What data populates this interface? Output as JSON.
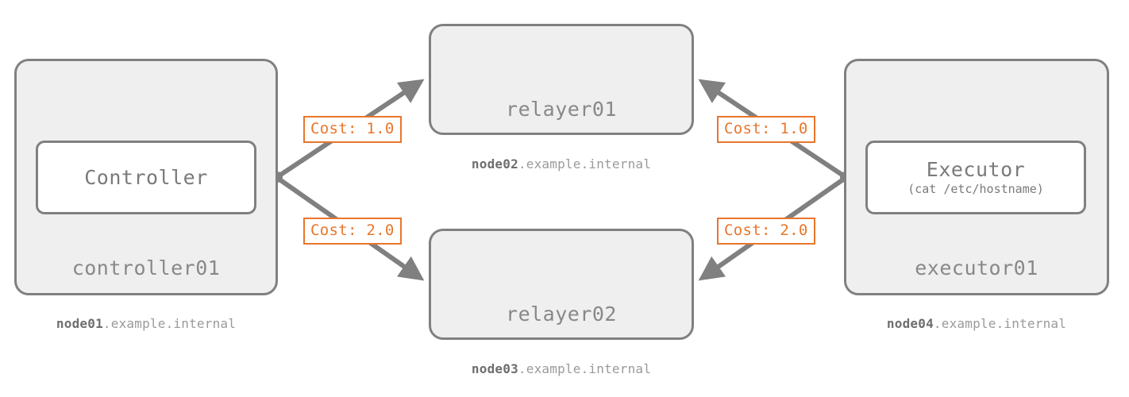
{
  "diagram": {
    "type": "network-topology",
    "background_color": "#ffffff",
    "stroke_color": "#808080",
    "node_fill_color": "#efefef",
    "inner_fill_color": "#ffffff",
    "accent_color": "#e8762c",
    "text_color": "#888888"
  },
  "nodes": [
    {
      "id": "controller",
      "hostname": "controller01",
      "fqdn_host": "node01",
      "fqdn_domain": ".example.internal",
      "inner_title": "Controller",
      "inner_sub": "",
      "has_inner": true
    },
    {
      "id": "relayer01",
      "hostname": "relayer01",
      "fqdn_host": "node02",
      "fqdn_domain": ".example.internal",
      "inner_title": "",
      "inner_sub": "",
      "has_inner": false
    },
    {
      "id": "relayer02",
      "hostname": "relayer02",
      "fqdn_host": "node03",
      "fqdn_domain": ".example.internal",
      "inner_title": "",
      "inner_sub": "",
      "has_inner": false
    },
    {
      "id": "executor",
      "hostname": "executor01",
      "fqdn_host": "node04",
      "fqdn_domain": ".example.internal",
      "inner_title": "Executor",
      "inner_sub": "(cat /etc/hostname)",
      "has_inner": true
    }
  ],
  "edges": [
    {
      "id": "controller-relayer01",
      "from": "controller",
      "to": "relayer01",
      "label": "Cost: 1.0"
    },
    {
      "id": "controller-relayer02",
      "from": "controller",
      "to": "relayer02",
      "label": "Cost: 2.0"
    },
    {
      "id": "executor-relayer01",
      "from": "executor",
      "to": "relayer01",
      "label": "Cost: 1.0"
    },
    {
      "id": "executor-relayer02",
      "from": "executor",
      "to": "relayer02",
      "label": "Cost: 2.0"
    }
  ]
}
